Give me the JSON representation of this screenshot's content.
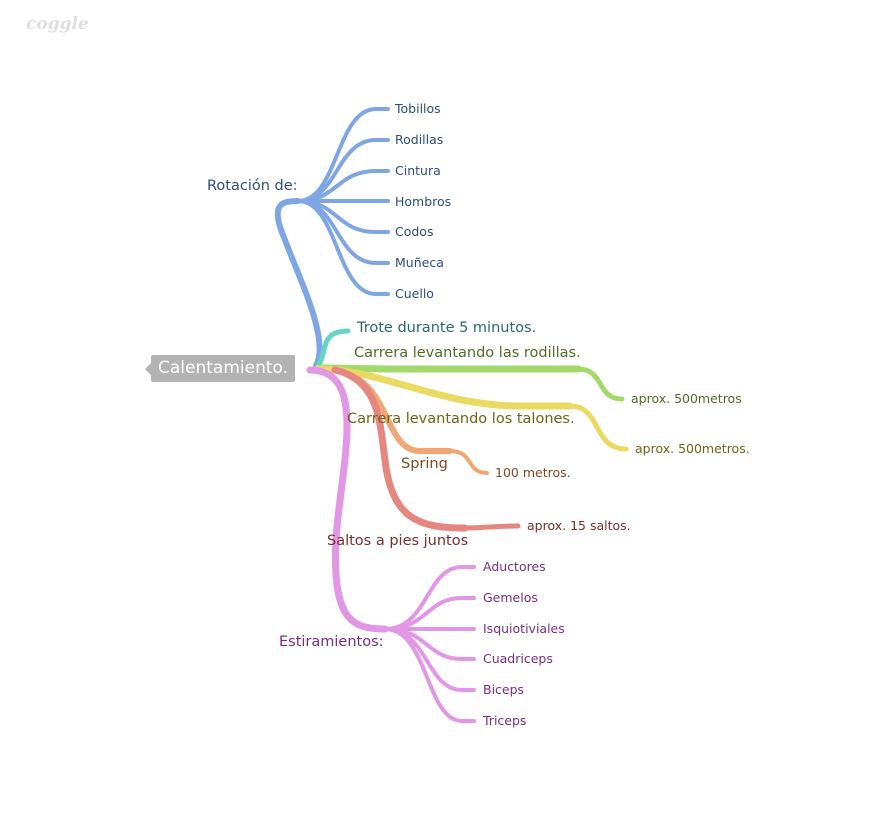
{
  "brand": "coggle",
  "root": {
    "label": "Calentamiento."
  },
  "branches": {
    "rotacion": {
      "label": "Rotación de:",
      "color": "#7fa6e4",
      "text_color": "#2e4d7e",
      "items": [
        "Tobillos",
        "Rodillas",
        "Cintura",
        "Hombros",
        "Codos",
        "Muñeca",
        "Cuello"
      ]
    },
    "trote": {
      "label": "Trote durante 5 minutos.",
      "color": "#66d6c4",
      "text_color": "#2e6b61"
    },
    "rodillas": {
      "label": "Carrera levantando las rodillas.",
      "color": "#a3d86a",
      "text_color": "#4e6e26",
      "child": "aprox. 500metros"
    },
    "talones": {
      "label": "Carrera levantando los talones.",
      "color": "#eada62",
      "text_color": "#6f6418",
      "child": "aprox. 500metros."
    },
    "spring": {
      "label": "Spring",
      "color": "#f0a774",
      "text_color": "#7e4a22",
      "child": "100 metros."
    },
    "saltos": {
      "label": "Saltos a pies juntos",
      "color": "#e5867f",
      "text_color": "#7a2e2a",
      "child": "aprox. 15 saltos."
    },
    "estiramientos": {
      "label": "Estiramientos:",
      "color": "#e196e6",
      "text_color": "#7a2e82",
      "items": [
        "Aductores",
        "Gemelos",
        "Isquiotiviales",
        "Cuadriceps",
        "Biceps",
        "Triceps"
      ]
    }
  }
}
